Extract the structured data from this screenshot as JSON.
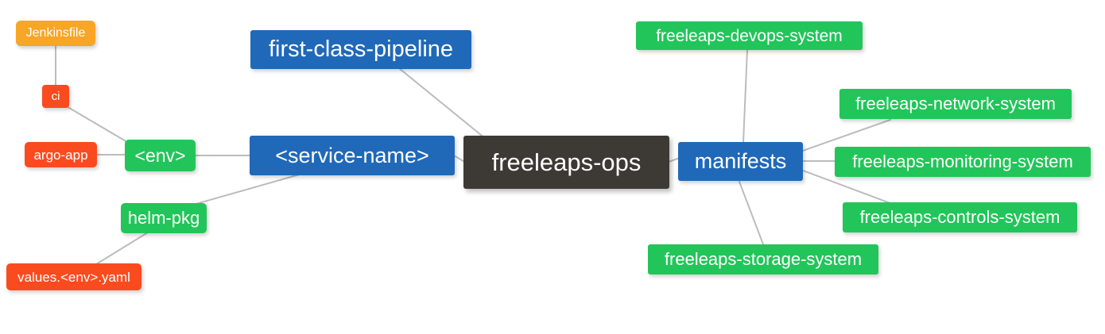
{
  "diagram": {
    "type": "mindmap",
    "root": "freeleaps-ops",
    "background": "#ffffff",
    "edge_color": "#bcbcbc"
  },
  "colors": {
    "root": "#3d3a35",
    "blue": "#2069b8",
    "green": "#22c55a",
    "orange": "#f9a525",
    "red": "#fa4b1e",
    "text": "#ffffff",
    "edge": "#bcbcbc"
  },
  "nodes": {
    "root": {
      "label": "freeleaps-ops"
    },
    "service_name": {
      "label": "<service-name>"
    },
    "manifests": {
      "label": "manifests"
    },
    "first_class_pipeline": {
      "label": "first-class-pipeline"
    },
    "env": {
      "label": "<env>"
    },
    "helm_pkg": {
      "label": "helm-pkg"
    },
    "jenkinsfile": {
      "label": "Jenkinsfile"
    },
    "ci": {
      "label": "ci"
    },
    "argo_app": {
      "label": "argo-app"
    },
    "values_yaml": {
      "label": "values.<env>.yaml"
    },
    "devops_system": {
      "label": "freeleaps-devops-system"
    },
    "network_system": {
      "label": "freeleaps-network-system"
    },
    "monitoring_system": {
      "label": "freeleaps-monitoring-system"
    },
    "controls_system": {
      "label": "freeleaps-controls-system"
    },
    "storage_system": {
      "label": "freeleaps-storage-system"
    }
  },
  "edges": [
    {
      "from": "root",
      "to": "service_name"
    },
    {
      "from": "root",
      "to": "manifests"
    },
    {
      "from": "root",
      "to": "first_class_pipeline"
    },
    {
      "from": "service_name",
      "to": "env"
    },
    {
      "from": "service_name",
      "to": "helm_pkg"
    },
    {
      "from": "env",
      "to": "ci"
    },
    {
      "from": "env",
      "to": "argo_app"
    },
    {
      "from": "ci",
      "to": "jenkinsfile"
    },
    {
      "from": "helm_pkg",
      "to": "values_yaml"
    },
    {
      "from": "manifests",
      "to": "devops_system"
    },
    {
      "from": "manifests",
      "to": "network_system"
    },
    {
      "from": "manifests",
      "to": "monitoring_system"
    },
    {
      "from": "manifests",
      "to": "controls_system"
    },
    {
      "from": "manifests",
      "to": "storage_system"
    }
  ]
}
